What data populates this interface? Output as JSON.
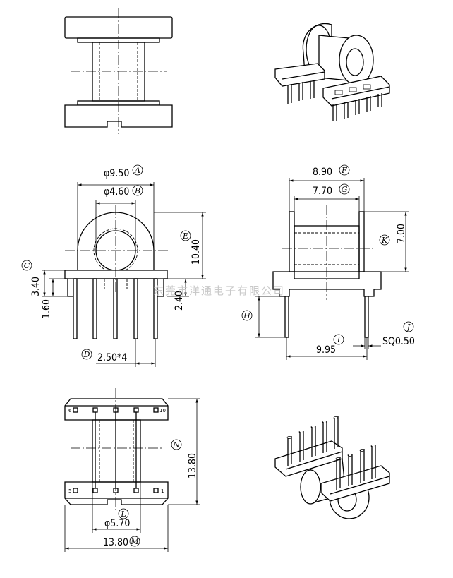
{
  "dimensions": {
    "A": "φ9.50",
    "B": "φ4.60",
    "C": "3.40",
    "C2": "1.60",
    "D": "2.50*4",
    "E": "10.40",
    "E2": "2.40",
    "F": "8.90",
    "G": "7.70",
    "K": "7.00",
    "I": "9.95",
    "J": "SQ0.50",
    "N": "13.80",
    "L": "φ5.70",
    "M": "13.80"
  },
  "labels": {
    "A": "A",
    "B": "B",
    "C": "C",
    "D": "D",
    "E": "E",
    "F": "F",
    "G": "G",
    "H": "H",
    "I": "I",
    "J": "J",
    "K": "K",
    "L": "L",
    "M": "M",
    "N": "N"
  },
  "pin_numbers": {
    "p1": "1",
    "p5": "5",
    "p6": "6",
    "p10": "10"
  },
  "watermark": "东莞市洋通电子有限公司"
}
